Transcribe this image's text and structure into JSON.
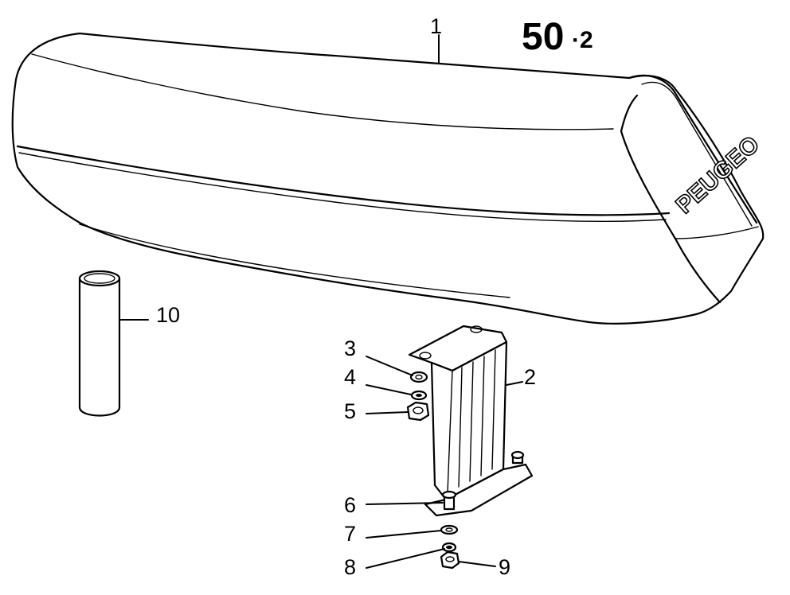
{
  "page_code": {
    "main": "50",
    "sub": "·2"
  },
  "brand": "PEUGEO",
  "callouts": [
    {
      "n": "1"
    },
    {
      "n": "2"
    },
    {
      "n": "3"
    },
    {
      "n": "4"
    },
    {
      "n": "5"
    },
    {
      "n": "6"
    },
    {
      "n": "7"
    },
    {
      "n": "8"
    },
    {
      "n": "9"
    },
    {
      "n": "10"
    }
  ]
}
